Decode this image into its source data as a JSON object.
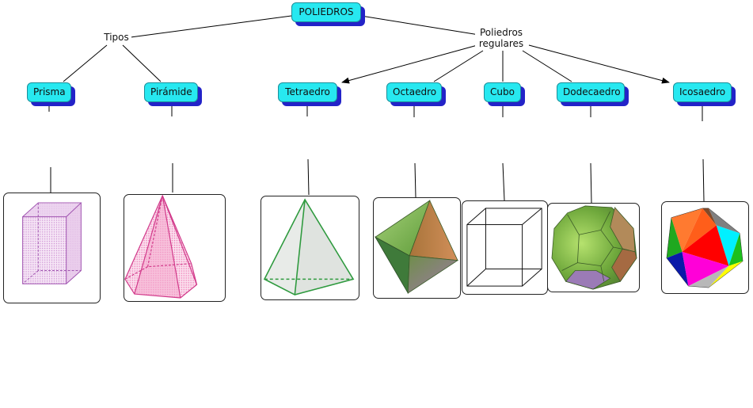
{
  "root": {
    "label": "POLIEDROS"
  },
  "links": {
    "tipos": "Tipos",
    "regulares_line1": "Poliedros",
    "regulares_line2": "regulares"
  },
  "nodes": {
    "prisma": "Prisma",
    "piramide": "Pirámide",
    "tetraedro": "Tetraedro",
    "octaedro": "Octaedro",
    "cubo": "Cubo",
    "dodecaedro": "Dodecaedro",
    "icosaedro": "Icosaedro"
  },
  "colors": {
    "node_fill": "#27e8f0",
    "node_shadow": "#2323c8",
    "prisma": "#cc66cc",
    "piramide": "#e0489a",
    "tetraedro": "#2e9a3e",
    "octaedro": "#5f9c3a",
    "dodecaedro": "#7ab540"
  }
}
